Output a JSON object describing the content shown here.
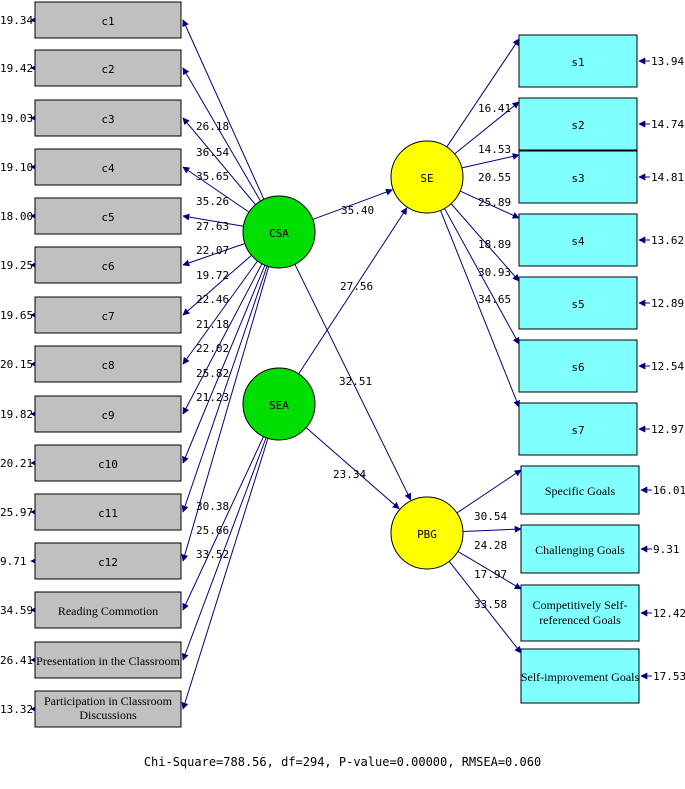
{
  "colors": {
    "left_box_fill": "#c0c0c0",
    "right_box_fill": "#80ffff",
    "exogenous_fill": "#00dd00",
    "endogenous_fill": "#ffff00",
    "arrow": "#000080"
  },
  "latents": {
    "CSA": "CSA",
    "SEA": "SEA",
    "SE": "SE",
    "PBG": "PBG"
  },
  "left_indicators": [
    {
      "id": "c1",
      "label": "c1",
      "error": "19.34"
    },
    {
      "id": "c2",
      "label": "c2",
      "error": "19.42"
    },
    {
      "id": "c3",
      "label": "c3",
      "error": "19.03"
    },
    {
      "id": "c4",
      "label": "c4",
      "error": "19.10"
    },
    {
      "id": "c5",
      "label": "c5",
      "error": "18.00"
    },
    {
      "id": "c6",
      "label": "c6",
      "error": "19.25"
    },
    {
      "id": "c7",
      "label": "c7",
      "error": "19.65"
    },
    {
      "id": "c8",
      "label": "c8",
      "error": "20.15"
    },
    {
      "id": "c9",
      "label": "c9",
      "error": "19.82"
    },
    {
      "id": "c10",
      "label": "c10",
      "error": "20.21"
    },
    {
      "id": "c11",
      "label": "c11",
      "error": "25.97"
    },
    {
      "id": "c12",
      "label": "c12",
      "error": "9.71"
    },
    {
      "id": "reading",
      "label": "Reading Commotion",
      "error": "34.59"
    },
    {
      "id": "presentation",
      "label": "Presentation in the Classroom",
      "error": "26.41"
    },
    {
      "id": "participation",
      "label": "Participation in Classroom Discussions",
      "error": "13.32"
    }
  ],
  "left_loadings": [
    "26.18",
    "36.54",
    "35.65",
    "35.26",
    "27.63",
    "22.07",
    "19.72",
    "22.46",
    "21.18",
    "22.02",
    "25.82",
    "21.23",
    "30.38",
    "25.66",
    "33.52"
  ],
  "right_indicators": [
    {
      "id": "s1",
      "label": "s1",
      "error": "13.94"
    },
    {
      "id": "s2",
      "label": "s2",
      "error": "14.74"
    },
    {
      "id": "s3",
      "label": "s3",
      "error": "14.81"
    },
    {
      "id": "s4",
      "label": "s4",
      "error": "13.62"
    },
    {
      "id": "s5",
      "label": "s5",
      "error": "12.89"
    },
    {
      "id": "s6",
      "label": "s6",
      "error": "12.54"
    },
    {
      "id": "s7",
      "label": "s7",
      "error": "12.97"
    },
    {
      "id": "specific",
      "label": "Specific Goals",
      "error": "16.01"
    },
    {
      "id": "challenging",
      "label": "Challenging Goals",
      "error": "9.31"
    },
    {
      "id": "competitive",
      "label": "Competitively Self-referenced Goals",
      "error": "12.42"
    },
    {
      "id": "selfimp",
      "label": "Self-improvement Goals",
      "error": "17.53"
    }
  ],
  "se_loadings": [
    "16.41",
    "14.53",
    "20.55",
    "25.89",
    "18.89",
    "30.93",
    "34.65"
  ],
  "pbg_loadings": [
    "30.54",
    "24.28",
    "17.97",
    "33.58"
  ],
  "paths": {
    "csa_se": "35.40",
    "sea_se": "27.56",
    "csa_pbg": "32.51",
    "sea_pbg": "23.34"
  },
  "footer": "Chi-Square=788.56, df=294, P-value=0.00000, RMSEA=0.060"
}
